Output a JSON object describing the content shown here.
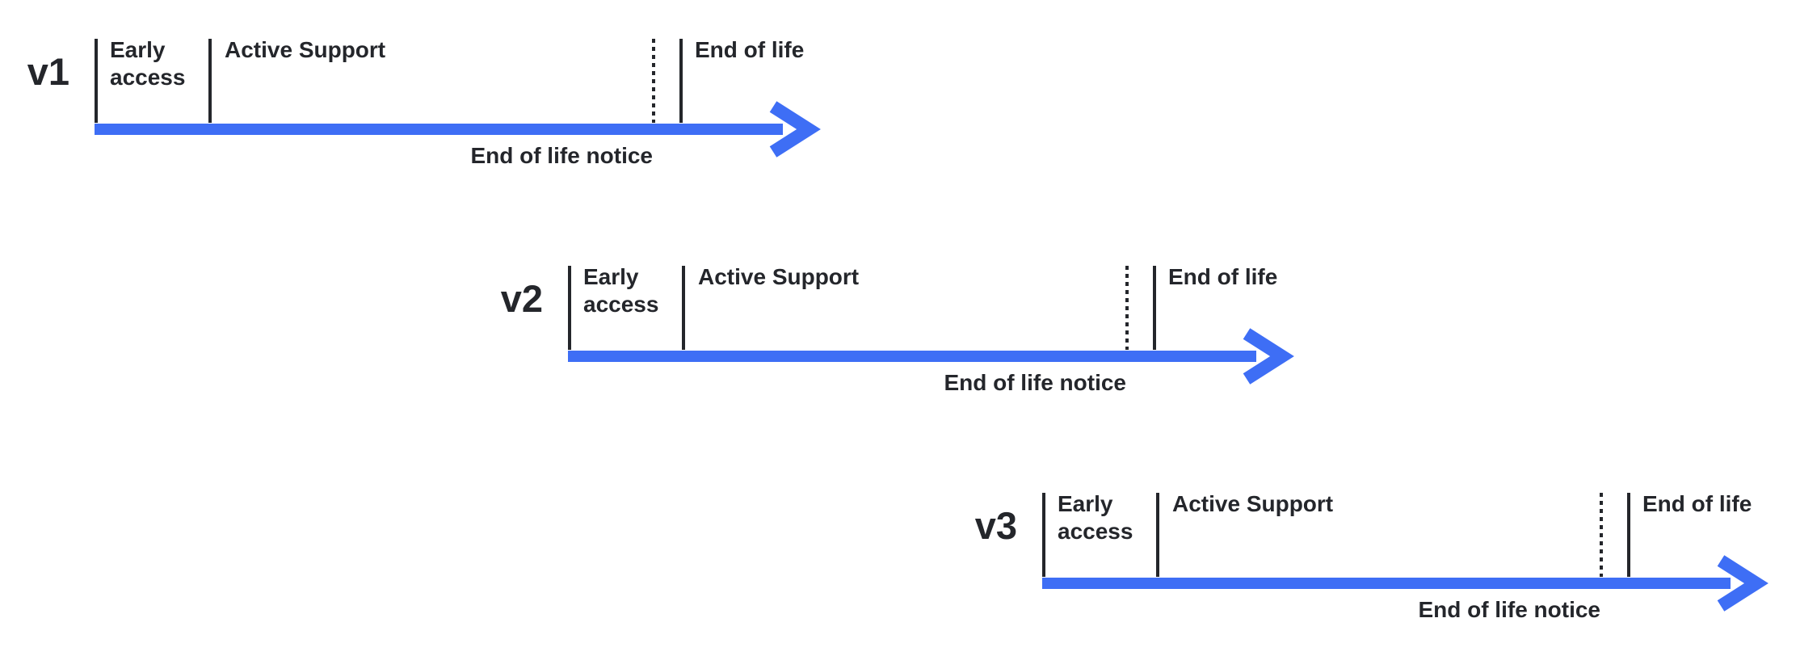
{
  "colors": {
    "accent_blue": "#3E6EF5",
    "ink": "#24262B",
    "background": "#FFFFFF"
  },
  "diagram": {
    "rows": [
      {
        "version": "v1",
        "phase_early_access": "Early access",
        "phase_active_support": "Active Support",
        "phase_end_of_life": "End of life",
        "notice_label": "End of life notice"
      },
      {
        "version": "v2",
        "phase_early_access": "Early access",
        "phase_active_support": "Active Support",
        "phase_end_of_life": "End of life",
        "notice_label": "End of life notice"
      },
      {
        "version": "v3",
        "phase_early_access": "Early access",
        "phase_active_support": "Active Support",
        "phase_end_of_life": "End of life",
        "notice_label": "End of life notice"
      }
    ]
  }
}
